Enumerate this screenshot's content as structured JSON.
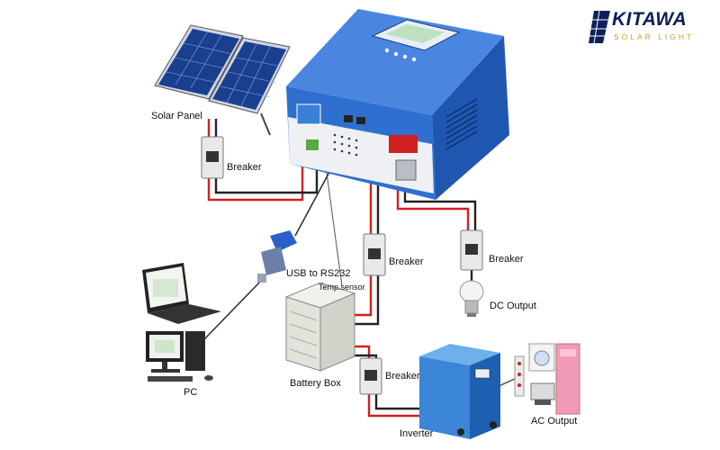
{
  "brand": {
    "name": "KITAWA",
    "tagline": "SOLAR LIGHT",
    "color_primary": "#0d1f5c",
    "color_accent": "#c9a227"
  },
  "diagram": {
    "labels": {
      "solar_panel": "Solar Panel",
      "breaker_solar": "Breaker",
      "usb_rs232": "USB to RS232",
      "temp_sensor": "Temp.sensor",
      "breaker_battery": "Breaker",
      "breaker_dc": "Breaker",
      "dc_output": "DC Output",
      "pc": "PC",
      "battery_box": "Battery Box",
      "breaker_inverter": "Breaker",
      "inverter": "Inverter",
      "ac_output": "AC Output"
    },
    "colors": {
      "controller_blue": "#2f6fd0",
      "wire_red": "#d22020",
      "wire_black": "#222222",
      "panel_blue": "#1b3f8f"
    }
  }
}
